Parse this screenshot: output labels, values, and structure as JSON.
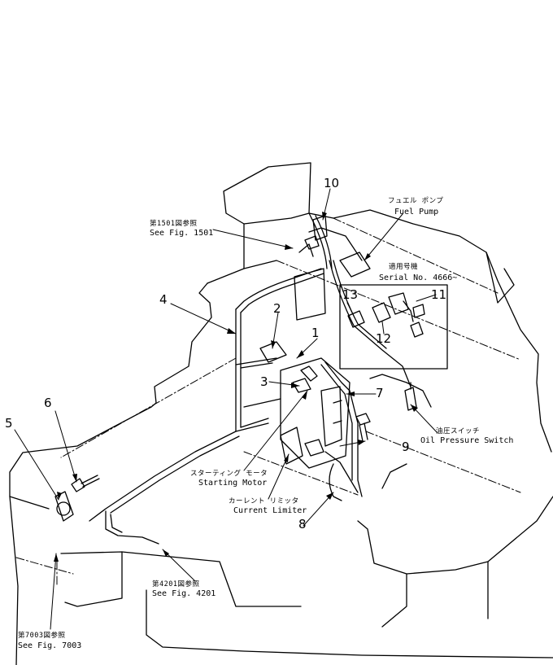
{
  "callouts": [
    "1",
    "2",
    "3",
    "4",
    "5",
    "6",
    "7",
    "8",
    "9",
    "10",
    "11",
    "12",
    "13"
  ],
  "labels": {
    "fuel_pump_jp": "フュエル ポンプ",
    "fuel_pump_en": "Fuel Pump",
    "serial_jp": "適用号機",
    "serial_en": "Serial No. 4666~",
    "fig1501_jp": "第1501図参照",
    "fig1501_en": "See Fig. 1501",
    "oil_jp": "油圧スイッチ",
    "oil_en": "Oil Pressure Switch",
    "starting_jp": "スターティング モータ",
    "starting_en": "Starting Motor",
    "current_jp": "カーレント リミッタ",
    "current_en": "Current Limiter",
    "fig4201_jp": "第4201図参照",
    "fig4201_en": "See Fig. 4201",
    "fig7003_jp": "第7003図参照",
    "fig7003_en": "See Fig. 7003"
  }
}
